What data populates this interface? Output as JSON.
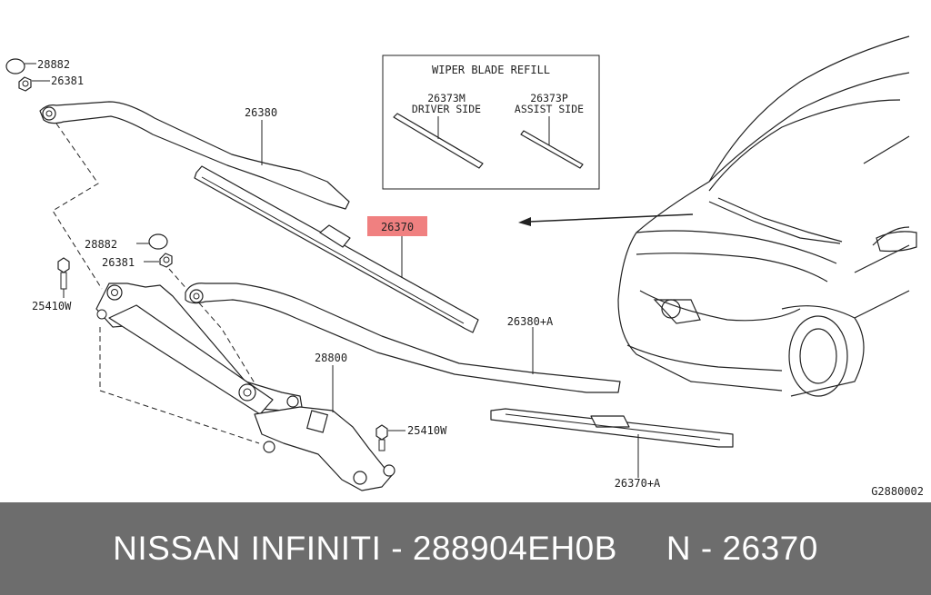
{
  "diagram": {
    "labels": {
      "p28882_top": "28882",
      "p26381_top": "26381",
      "p26380": "26380",
      "p26370": "26370",
      "p28882_mid": "28882",
      "p26381_mid": "26381",
      "p25410w_left": "25410W",
      "p26380a": "26380+A",
      "p28800": "28800",
      "p25410w_right": "25410W",
      "p26370a": "26370+A",
      "drawing_code": "G2880002"
    },
    "refill_box": {
      "title": "WIPER BLADE REFILL",
      "driver_part": "26373M",
      "driver_label": "DRIVER SIDE",
      "assist_part": "26373P",
      "assist_label": "ASSIST SIDE"
    },
    "highlight_color": "#f08080"
  },
  "footer": {
    "text": "NISSAN INFINITI - 288904EH0B     N - 26370"
  }
}
